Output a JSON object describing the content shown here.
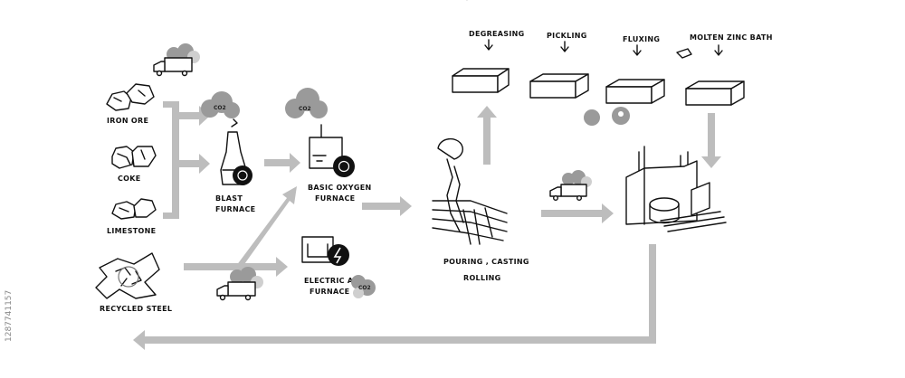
{
  "labels": {
    "iron_ore": "IRON ORE",
    "coke": "COKE",
    "limestone": "LIMESTONE",
    "recycled_steel": "RECYCLED STEEL",
    "blast_furnace_1": "BLAST",
    "blast_furnace_2": "FURNACE",
    "bof_1": "BASIC OXYGEN",
    "bof_2": "FURNACE",
    "eaf_1": "ELECTRIC ARC",
    "eaf_2": "FURNACE",
    "pour_1": "POURING , CASTING",
    "pour_2": "ROLLING",
    "degreasing": "DEGREASING",
    "pickling": "PICKLING",
    "fluxing": "FLUXING",
    "zinc_bath": "MOLTEN ZINC BATH"
  },
  "co2": {
    "blast": "CO2",
    "bof": "CO2",
    "eaf": "CO2"
  },
  "watermark": "1287741157",
  "colors": {
    "arrow": "#bdbdbd",
    "ink": "#111111",
    "smoke": "#9a9a9a"
  }
}
